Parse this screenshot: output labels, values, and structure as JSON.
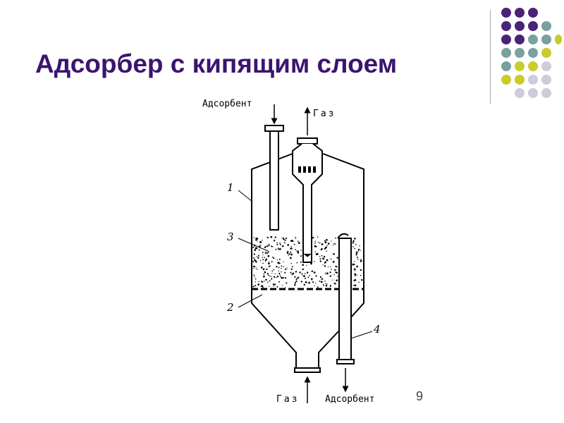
{
  "title": "Адсорбер с кипящим слоем",
  "page_number": "9",
  "colors": {
    "title": "#3b1470",
    "dot_purple": "#4a2377",
    "dot_teal": "#7aa0a0",
    "dot_yellow": "#c9cc2a",
    "dot_lavender": "#ccccdd",
    "divider": "#a6a6a6"
  },
  "diagram": {
    "labels": {
      "adsorbent_in": "Адсорбент",
      "gas_out": "Газ",
      "gas_in": "Газ",
      "adsorbent_out": "Адсорбент"
    },
    "callouts": [
      "1",
      "2",
      "3",
      "4"
    ]
  }
}
